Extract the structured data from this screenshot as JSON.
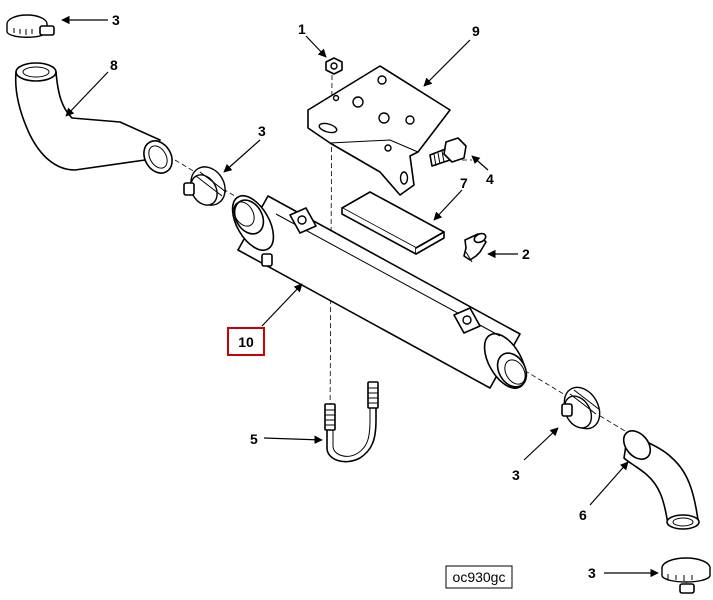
{
  "callouts": {
    "c1": "1",
    "c2": "2",
    "c3a": "3",
    "c3b": "3",
    "c3c": "3",
    "c3d": "3",
    "c4": "4",
    "c5": "5",
    "c6": "6",
    "c7": "7",
    "c8": "8",
    "c9": "9",
    "c10": "10"
  },
  "reference_code": "oc930gc",
  "colors": {
    "highlight_box": "#cc0000",
    "line": "#000000",
    "background": "#ffffff"
  }
}
